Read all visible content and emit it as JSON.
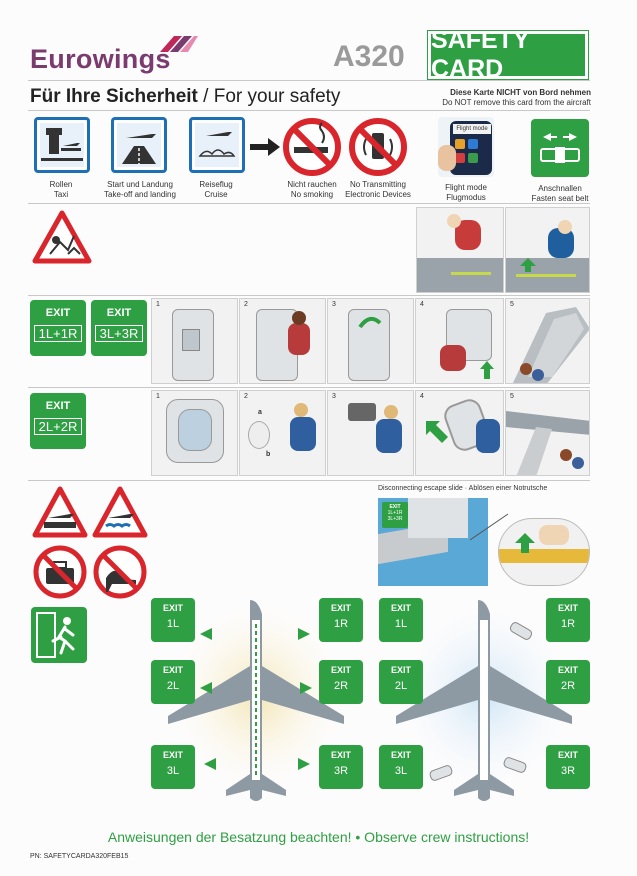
{
  "header": {
    "airline": "Eurowings",
    "aircraft": "A320",
    "badge": "SAFETY CARD",
    "subtitle_de": "Für Ihre Sicherheit",
    "subtitle_sep": " / ",
    "subtitle_en": "For your safety",
    "notice_de": "Diese Karte NICHT von Bord nehmen",
    "notice_en": "Do NOT remove this card from the aircraft"
  },
  "icons_row": [
    {
      "icon": "taxi-icon",
      "label1": "Rollen",
      "label2": "Taxi"
    },
    {
      "icon": "takeoff-landing-icon",
      "label1": "Start und Landung",
      "label2": "Take-off and landing"
    },
    {
      "icon": "cruise-icon",
      "label1": "Reiseflug",
      "label2": "Cruise"
    },
    {
      "icon": "no-smoking-icon",
      "label1": "Nicht rauchen",
      "label2": "No smoking"
    },
    {
      "icon": "no-transmitting-icon",
      "label1": "No Transmitting",
      "label2": "Electronic Devices"
    },
    {
      "icon": "flight-mode-icon",
      "label1": "Flight mode",
      "label2": "Flugmodus",
      "phone_text": "Flight mode"
    },
    {
      "icon": "fasten-seatbelt-icon",
      "label1": "Anschnallen",
      "label2": "Fasten seat belt"
    }
  ],
  "exits_row1": {
    "exit": "EXIT",
    "a": "1L+1R",
    "b": "3L+3R",
    "steps": [
      "1",
      "2",
      "3",
      "4",
      "5"
    ]
  },
  "exits_row2": {
    "exit": "EXIT",
    "a": "2L+2R",
    "steps": [
      "1",
      "2",
      "3",
      "4",
      "5"
    ],
    "marks": [
      "a",
      "b"
    ]
  },
  "slide_caption": "Disconnecting escape slide · Ablösen einer Notrutsche",
  "slide_exit": {
    "exit": "EXIT",
    "line1": "1L+1R",
    "line2": "3L+3R"
  },
  "exit_map": {
    "exit": "EXIT",
    "left": [
      "1L",
      "2L",
      "3L"
    ],
    "right": [
      "1R",
      "2R",
      "3R"
    ]
  },
  "footer": "Anweisungen der Besatzung beachten! • Observe crew instructions!",
  "part_number": "PN: SAFETYCARDA320FEB15",
  "colors": {
    "green": "#2ea043",
    "brand": "#7a3b6e",
    "blue": "#1f6fb5",
    "red": "#d8262c"
  }
}
